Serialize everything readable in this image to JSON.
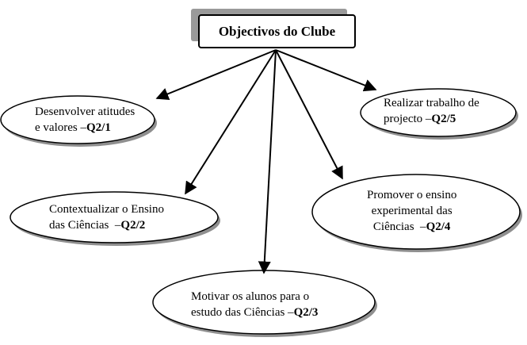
{
  "title": "Objectivos do Clube",
  "nodes": [
    {
      "id": "q21",
      "lines": [
        "Desenvolver atitudes",
        "e valores –"
      ],
      "code": "Q2/1"
    },
    {
      "id": "q22",
      "lines": [
        "Contextualizar o Ensino",
        "das Ciências  –"
      ],
      "code": "Q2/2"
    },
    {
      "id": "q23",
      "lines": [
        "Motivar os alunos para o",
        "estudo das Ciências –"
      ],
      "code": "Q2/3"
    },
    {
      "id": "q24",
      "lines": [
        "Promover o ensino",
        "experimental das",
        "Ciências  –"
      ],
      "code": "Q2/4"
    },
    {
      "id": "q25",
      "lines": [
        "Realizar trabalho de",
        "projecto –"
      ],
      "code": "Q2/5"
    }
  ],
  "colors": {
    "shadow": "#8f8f8f",
    "title_shadow": "#9a9a9a",
    "stroke": "#000000"
  }
}
